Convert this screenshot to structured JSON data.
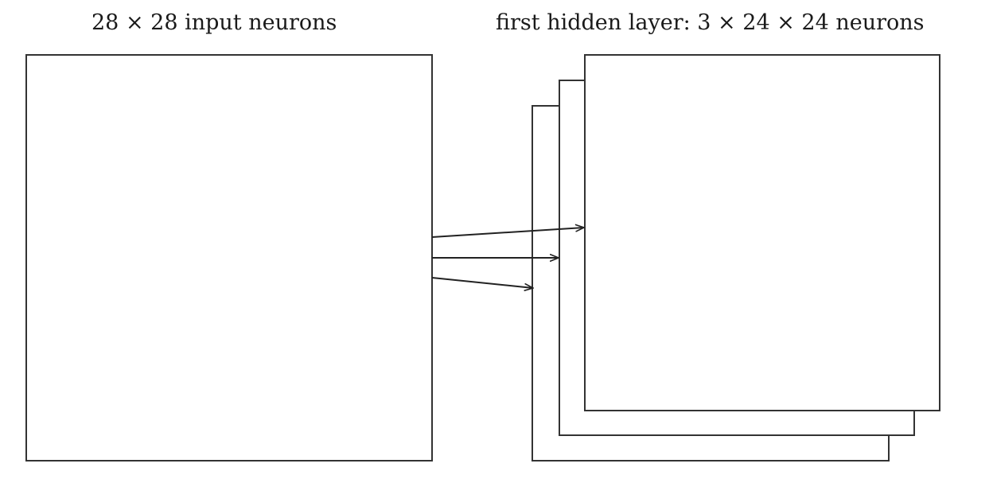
{
  "diagram": {
    "input_layer": {
      "label": "28 × 28 input neurons"
    },
    "hidden_layer": {
      "label": "first hidden layer: 3 × 24 × 24 neurons",
      "feature_map_count": 3
    },
    "connections": {
      "count": 3
    }
  }
}
